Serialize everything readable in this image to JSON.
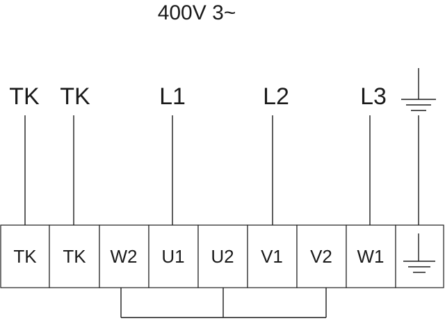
{
  "title": "400V 3~",
  "supply_labels": [
    "TK",
    "TK",
    "L1",
    "L2",
    "L3"
  ],
  "ground_symbol": "ground-icon",
  "terminals": [
    "TK",
    "TK",
    "W2",
    "U1",
    "U2",
    "V1",
    "V2",
    "W1"
  ],
  "ground_terminal_symbol": "ground-icon",
  "connections": {
    "supply_to_terminal": [
      {
        "from": "TK",
        "to": "TK"
      },
      {
        "from": "TK",
        "to": "TK"
      },
      {
        "from": "L1",
        "to": "U1"
      },
      {
        "from": "L2",
        "to": "V1"
      },
      {
        "from": "L3",
        "to": "W1"
      },
      {
        "from": "ground",
        "to": "ground"
      }
    ],
    "star_bridge": [
      "W2",
      "U2",
      "V2"
    ]
  }
}
